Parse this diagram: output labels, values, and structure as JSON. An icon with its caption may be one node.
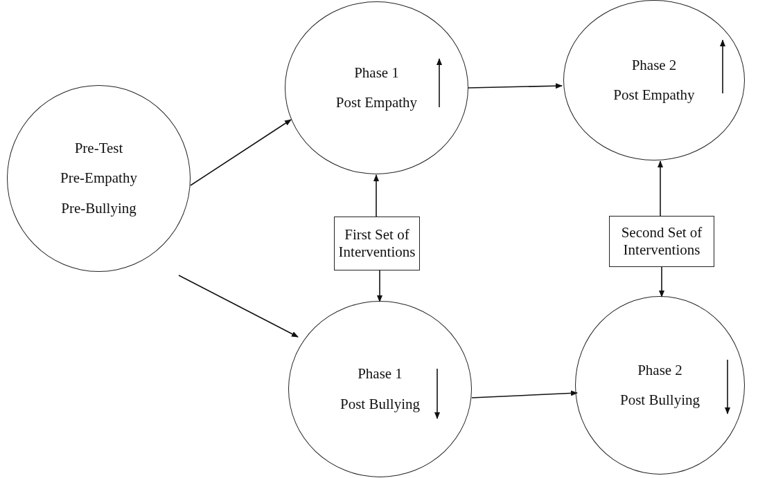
{
  "diagram": {
    "nodes": [
      {
        "text": [
          "Pre-Test",
          "Pre-Empathy",
          "Pre-Bullying"
        ]
      },
      {
        "text": [
          "Phase 1",
          "Post Empathy"
        ]
      },
      {
        "text": [
          "Phase 2",
          "Post Empathy"
        ]
      },
      {
        "text": [
          "First Set of Interventions"
        ]
      },
      {
        "text": [
          "Second Set of Interventions"
        ]
      },
      {
        "text": [
          "Phase 1",
          "Post Bullying"
        ]
      },
      {
        "text": [
          "Phase 2",
          "Post Bullying"
        ]
      }
    ],
    "edges": [
      {
        "from": 0,
        "to": 1,
        "arrow": "to"
      },
      {
        "from": 0,
        "to": 5,
        "arrow": "to"
      },
      {
        "from": 1,
        "to": 2,
        "arrow": "to"
      },
      {
        "from": 5,
        "to": 6,
        "arrow": "to"
      },
      {
        "from": 3,
        "to": 1,
        "arrow": "to"
      },
      {
        "from": 3,
        "to": 5,
        "arrow": "to"
      },
      {
        "from": 4,
        "to": 2,
        "arrow": "to"
      },
      {
        "from": 4,
        "to": 6,
        "arrow": "to"
      }
    ]
  }
}
